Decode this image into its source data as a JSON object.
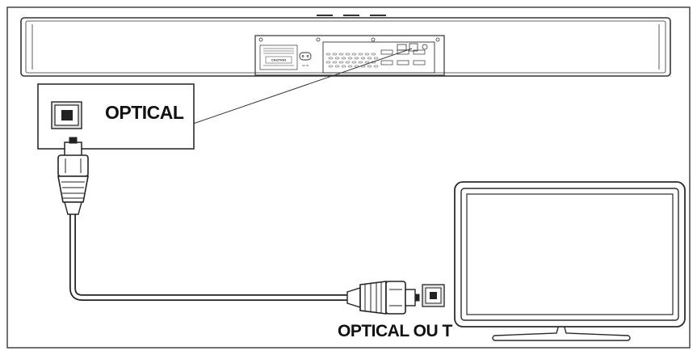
{
  "labels": {
    "soundbar_input": "OPTICAL",
    "tv_output": "OPTICAL OU T"
  },
  "panel_markings": {
    "caution": "CAUTION",
    "power": "AC IN"
  },
  "icons": [
    "optical-port-icon",
    "optical-plug-icon",
    "tv-icon",
    "soundbar-icon"
  ],
  "colors": {
    "stroke": "#2b2b2b",
    "background": "#ffffff",
    "port_fill": "#e6e6e6"
  }
}
